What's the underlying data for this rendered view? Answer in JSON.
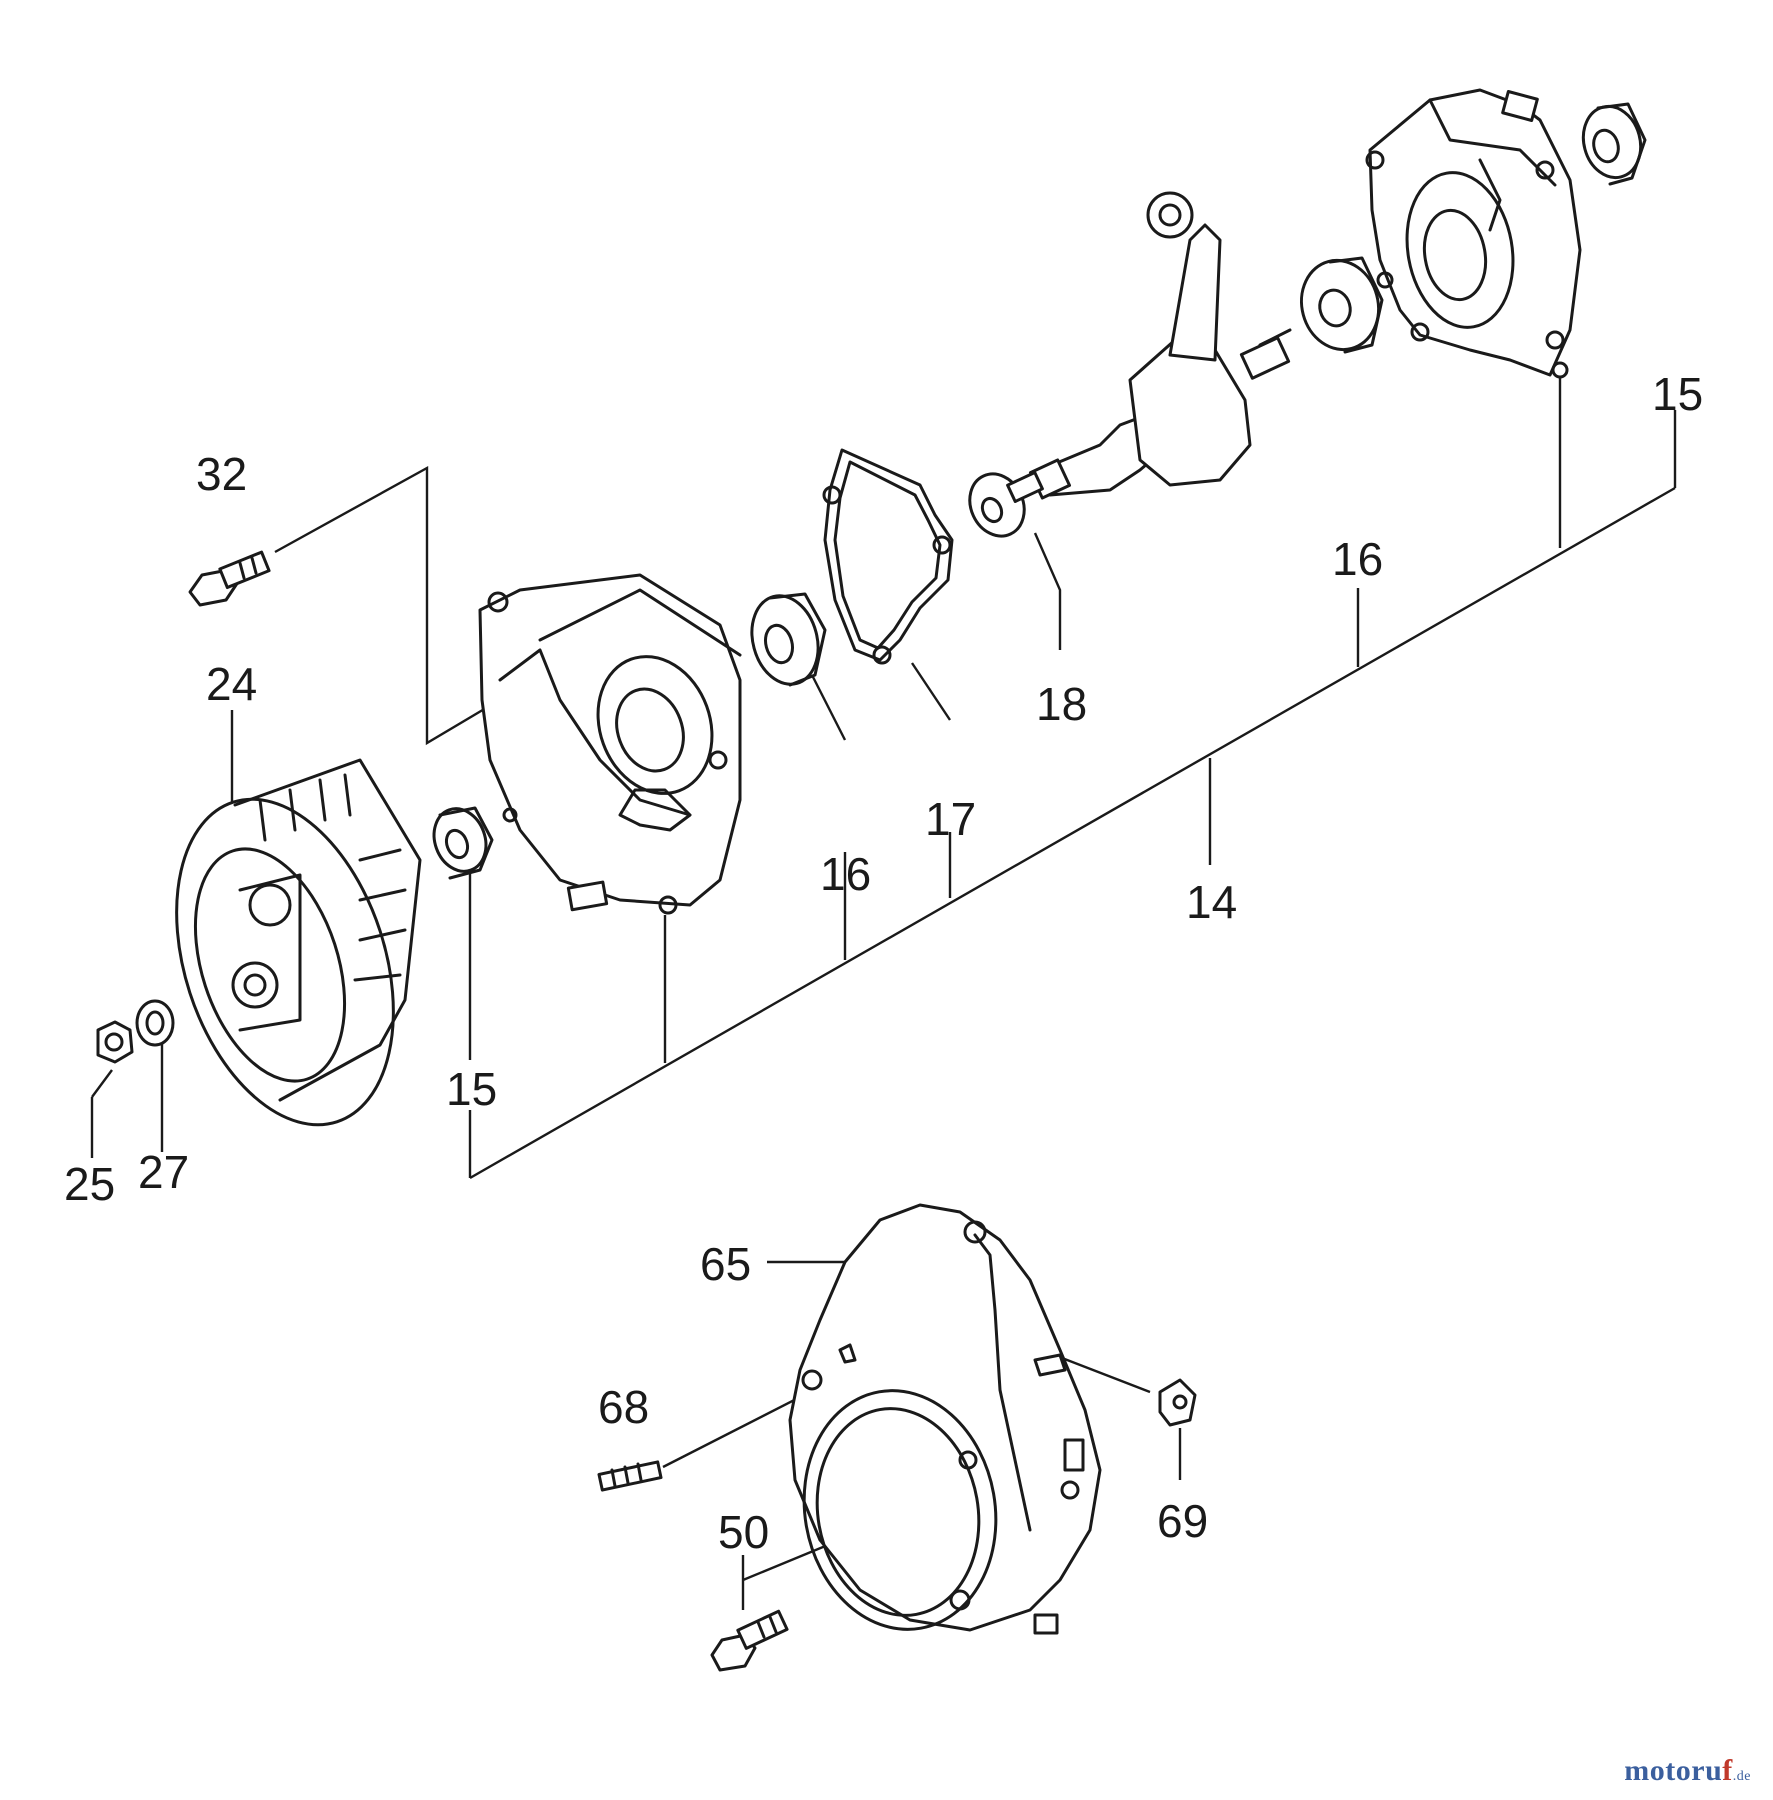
{
  "callouts": {
    "c14": "14",
    "c15a": "15",
    "c15b": "15",
    "c16a": "16",
    "c16b": "16",
    "c17": "17",
    "c18": "18",
    "c24": "24",
    "c25": "25",
    "c27": "27",
    "c32": "32",
    "c50": "50",
    "c65": "65",
    "c68": "68",
    "c69": "69"
  },
  "watermark": {
    "main": "motoru",
    "accent": "f",
    "suffix": ".de"
  },
  "colors": {
    "line": "#1a1a1a",
    "watermark_blue": "#3b5f9e",
    "watermark_red": "#c0392b"
  }
}
